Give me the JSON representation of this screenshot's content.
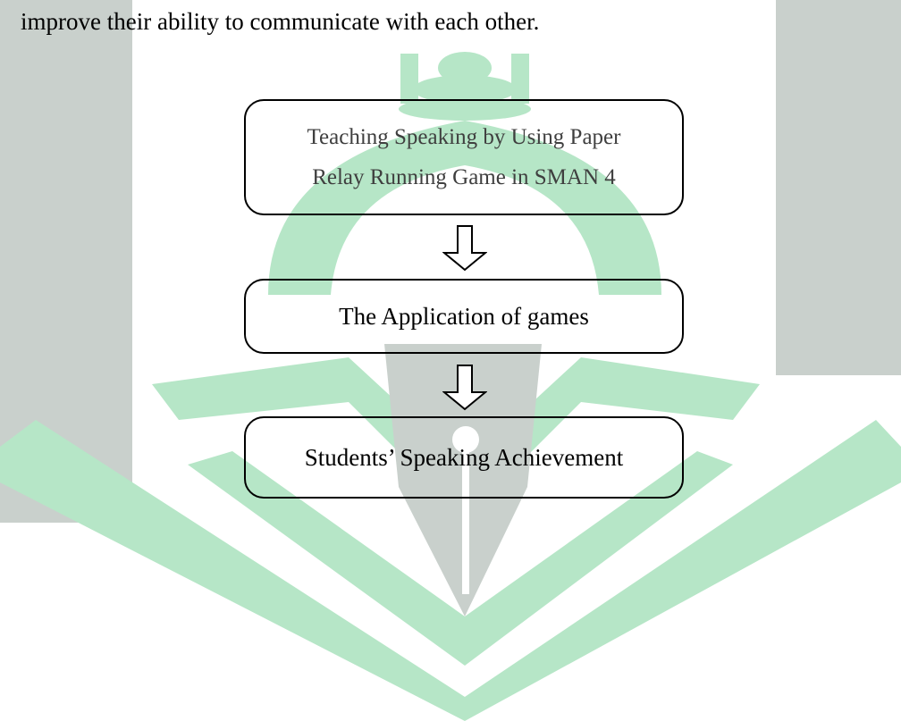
{
  "document": {
    "intro_line": "improve their ability to communicate with each other."
  },
  "flowchart": {
    "box_1": {
      "line_1": "Teaching Speaking by Using Paper",
      "line_2": "Relay Running Game in SMAN 4"
    },
    "box_2": {
      "label": "The Application of games"
    },
    "box_3": {
      "label": "Students’ Speaking Achievement"
    }
  },
  "colors": {
    "watermark_gray": "#c9d0cc",
    "watermark_green": "#b6e6c7",
    "text": "#000000",
    "box_1_text": "#3f3f3f"
  }
}
